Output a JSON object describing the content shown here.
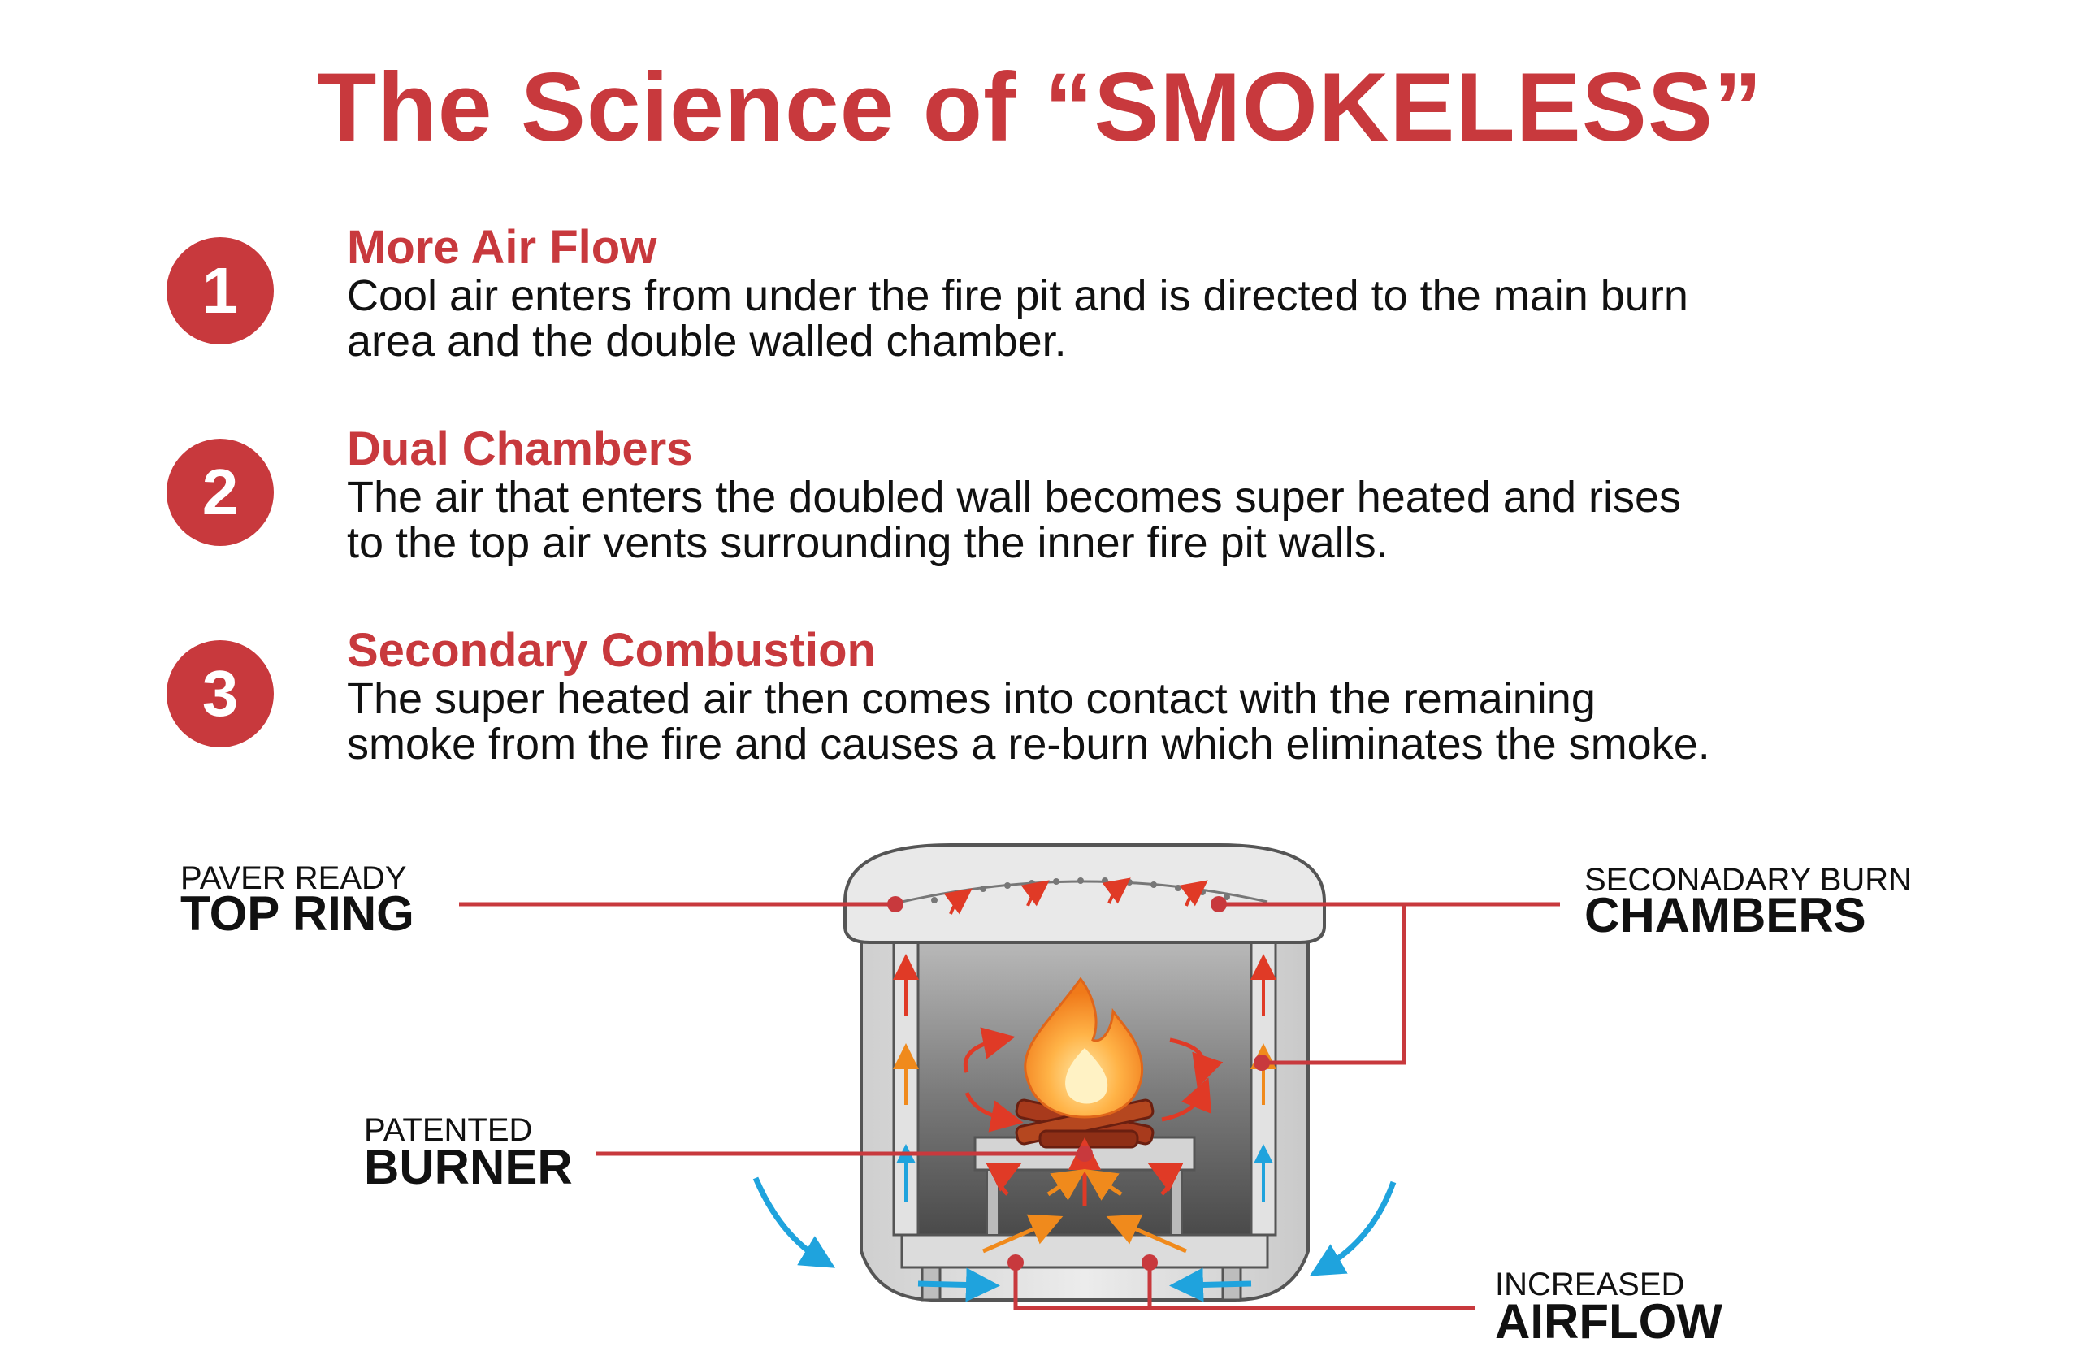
{
  "title": "The Science of “SMOKELESS”",
  "steps": [
    {
      "number": "1",
      "heading": "More Air Flow",
      "lines": [
        "Cool air enters from under the fire pit and is directed to the main burn",
        "area and the double walled chamber."
      ]
    },
    {
      "number": "2",
      "heading": "Dual Chambers",
      "lines": [
        "The air that enters the doubled wall becomes super heated and rises",
        "to the top air vents  surrounding the inner fire pit walls."
      ]
    },
    {
      "number": "3",
      "heading": "Secondary Combustion",
      "lines": [
        "The super heated air then comes into contact with the remaining",
        "smoke from the fire and causes a re-burn which eliminates the smoke."
      ]
    }
  ],
  "labels": {
    "top_ring": {
      "small": "PAVER READY",
      "large": "TOP RING"
    },
    "chambers": {
      "small": "SECONADARY BURN",
      "large": "CHAMBERS"
    },
    "burner": {
      "small": "PATENTED",
      "large": "BURNER"
    },
    "airflow": {
      "small": "INCREASED",
      "large": "AIRFLOW"
    }
  },
  "colors": {
    "accent": "#c8393d",
    "leader": "#c8393d",
    "cool_air": "#1fa3dd",
    "hot_air": "#e03a26",
    "warm_air": "#f08a1c",
    "steel": "#d9d9d9"
  },
  "icons": [
    "flame-icon",
    "cool-air-arrow-icon",
    "hot-air-arrow-icon"
  ]
}
